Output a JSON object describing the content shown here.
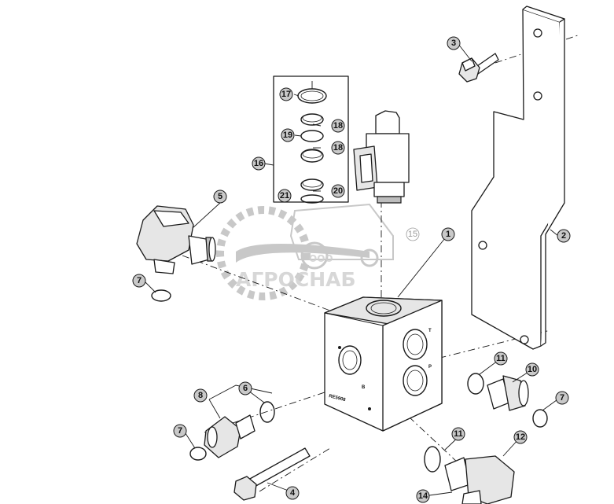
{
  "diagram": {
    "callouts": [
      {
        "id": "c1",
        "text": "1"
      },
      {
        "id": "c2",
        "text": "2"
      },
      {
        "id": "c3",
        "text": "3"
      },
      {
        "id": "c4",
        "text": "4"
      },
      {
        "id": "c5",
        "text": "5"
      },
      {
        "id": "c6",
        "text": "6"
      },
      {
        "id": "c7a",
        "text": "7"
      },
      {
        "id": "c7b",
        "text": "7"
      },
      {
        "id": "c7c",
        "text": "7"
      },
      {
        "id": "c8",
        "text": "8"
      },
      {
        "id": "c10",
        "text": "10"
      },
      {
        "id": "c11a",
        "text": "11"
      },
      {
        "id": "c11b",
        "text": "11"
      },
      {
        "id": "c12",
        "text": "12"
      },
      {
        "id": "c14",
        "text": "14"
      },
      {
        "id": "c15",
        "text": "15"
      },
      {
        "id": "c16",
        "text": "16"
      },
      {
        "id": "c17",
        "text": "17"
      },
      {
        "id": "c18a",
        "text": "18"
      },
      {
        "id": "c18b",
        "text": "18"
      },
      {
        "id": "c19",
        "text": "19"
      },
      {
        "id": "c20",
        "text": "20"
      },
      {
        "id": "c21",
        "text": "21"
      }
    ],
    "block_markings": {
      "port_t": "T",
      "port_p": "P",
      "part_number": "RE5908",
      "port_b": "B"
    }
  },
  "watermark": {
    "company_form": "ООО",
    "company_name": "АГРОСНАБ",
    "colors": {
      "gray": "#a9a9a9"
    }
  }
}
